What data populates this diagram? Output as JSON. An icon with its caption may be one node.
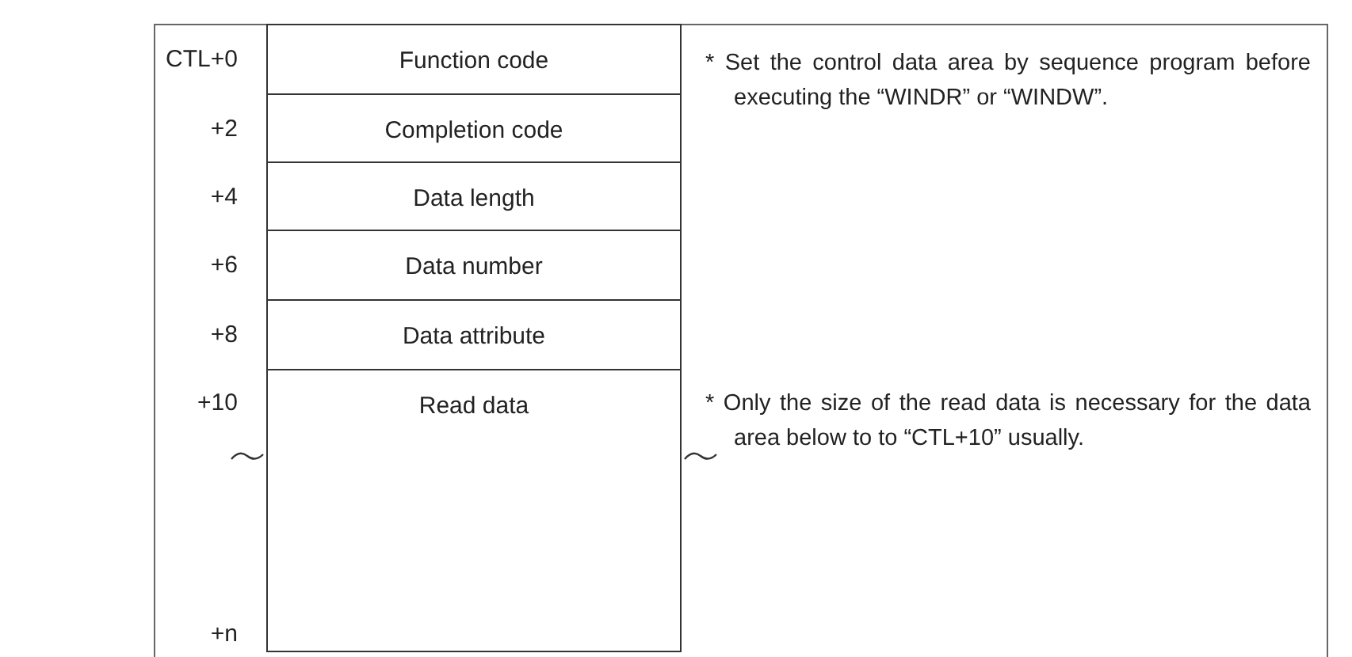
{
  "diagram": {
    "nodes": [
      {
        "text": [
          "Function code"
        ]
      },
      {
        "text": [
          "Completion code"
        ]
      },
      {
        "text": [
          "Data length"
        ]
      },
      {
        "text": [
          "Data number"
        ]
      },
      {
        "text": [
          "Data attribute"
        ]
      },
      {
        "text": [
          "Read data"
        ]
      }
    ],
    "labels": [
      "CTL+0",
      "+2",
      "+4",
      "+6",
      "+8",
      "+10",
      "+n",
      "* Set the control data area by sequence program before executing the “WINDR” or “WINDW”.",
      "* Only the size of the read data is necessary for the data area below to to “CTL+10” usually."
    ]
  }
}
